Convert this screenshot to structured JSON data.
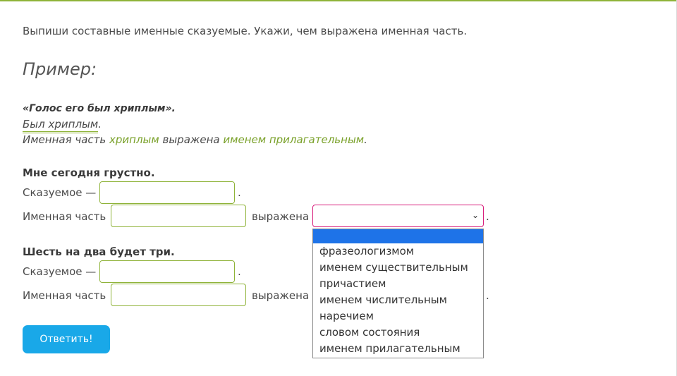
{
  "task": "Выпиши составные именные сказуемые. Укажи, чем выражена именная часть.",
  "example": {
    "heading": "Пример:",
    "sentence": "«Голос его был хриплым».",
    "predicate": "Был хриплым",
    "predicate_end": ".",
    "explain_1": "Именная часть ",
    "explain_word": "хриплым",
    "explain_2": " выражена ",
    "explain_kind": "именем прилагательным",
    "explain_end": "."
  },
  "questions": [
    {
      "sentence": "Мне сегодня грустно.",
      "predicate_label": "Сказуемое —",
      "nominal_label": "Именная часть",
      "expressed_label": "выражена",
      "predicate_value": "",
      "nominal_value": "",
      "selected": ""
    },
    {
      "sentence": "Шесть на два будет три.",
      "predicate_label": "Сказуемое —",
      "nominal_label": "Именная часть",
      "expressed_label": "выражена",
      "predicate_value": "",
      "nominal_value": "",
      "selected": ""
    }
  ],
  "dot": ".",
  "dropdown_options": [
    "",
    "фразеологизмом",
    "именем существительным",
    "причастием",
    "именем числительным",
    "наречием",
    "словом состояния",
    "именем прилагательным"
  ],
  "answer_button": "Ответить!",
  "colors": {
    "accent_green": "#8fb339",
    "focus_magenta": "#d81b7a",
    "button_blue": "#19a8e8",
    "selection_blue": "#1e73e8"
  }
}
